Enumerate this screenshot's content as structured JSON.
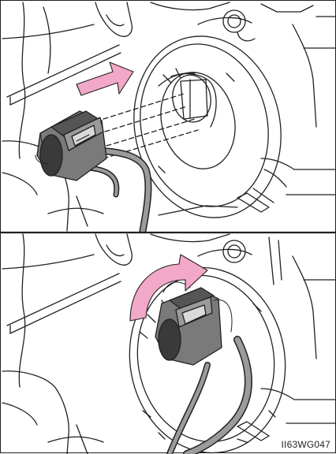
{
  "figure": {
    "code": "II63WG047",
    "colors": {
      "line": "#231f20",
      "connector_fill": "#7a7a7a",
      "connector_dark": "#3a3a3a",
      "cable_fill": "#9b9b9b",
      "arrow_fill": "#f2a8c8",
      "arrow_stroke": "#231f20"
    },
    "panels": [
      {
        "name": "top",
        "arrow": "push-straight-arrow",
        "step": "insert-bulb-connector"
      },
      {
        "name": "bottom",
        "arrow": "rotate-curved-arrow",
        "step": "turn-clockwise-to-lock"
      }
    ]
  }
}
